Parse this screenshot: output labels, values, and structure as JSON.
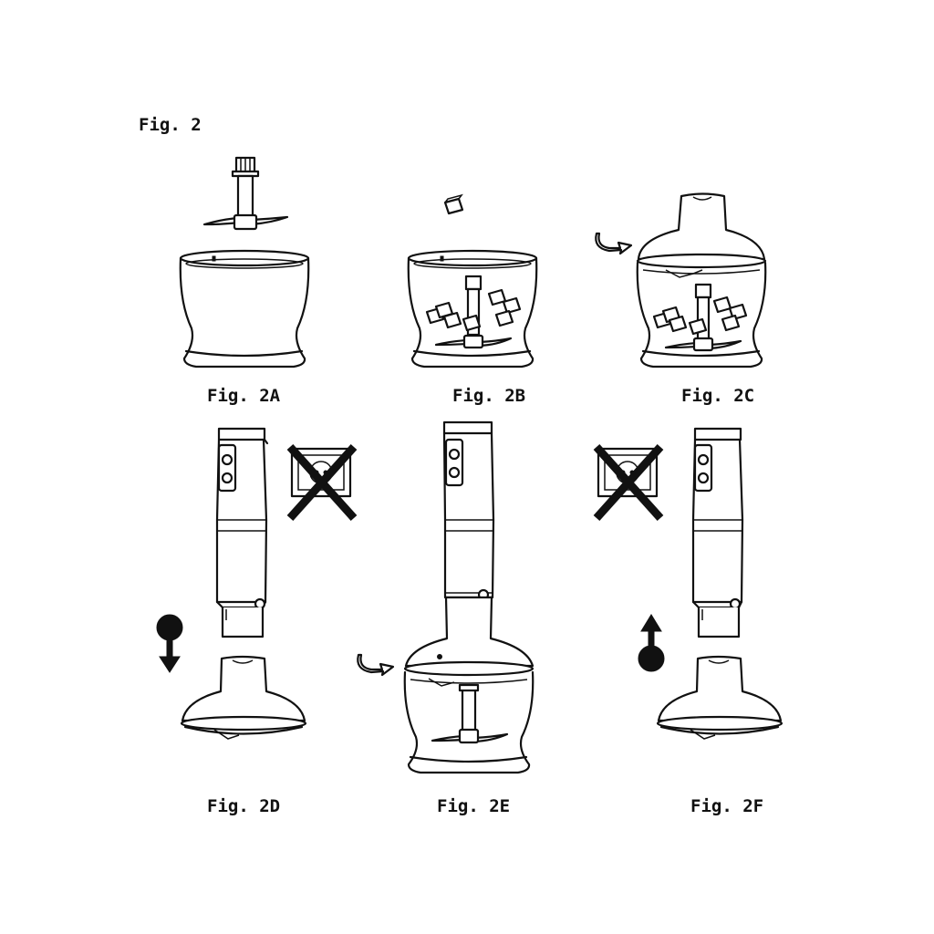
{
  "figure": {
    "main_label": "Fig. 2",
    "panels": [
      {
        "id": "2A",
        "label": "Fig. 2A"
      },
      {
        "id": "2B",
        "label": "Fig. 2B"
      },
      {
        "id": "2C",
        "label": "Fig. 2C"
      },
      {
        "id": "2D",
        "label": "Fig. 2D"
      },
      {
        "id": "2E",
        "label": "Fig. 2E"
      },
      {
        "id": "2F",
        "label": "Fig. 2F"
      }
    ]
  },
  "icons": {
    "arrow_down": "down-arrow-icon",
    "arrow_up": "up-arrow-icon",
    "rotate": "rotate-arrow-icon",
    "unplugged": "no-power-socket-icon"
  }
}
